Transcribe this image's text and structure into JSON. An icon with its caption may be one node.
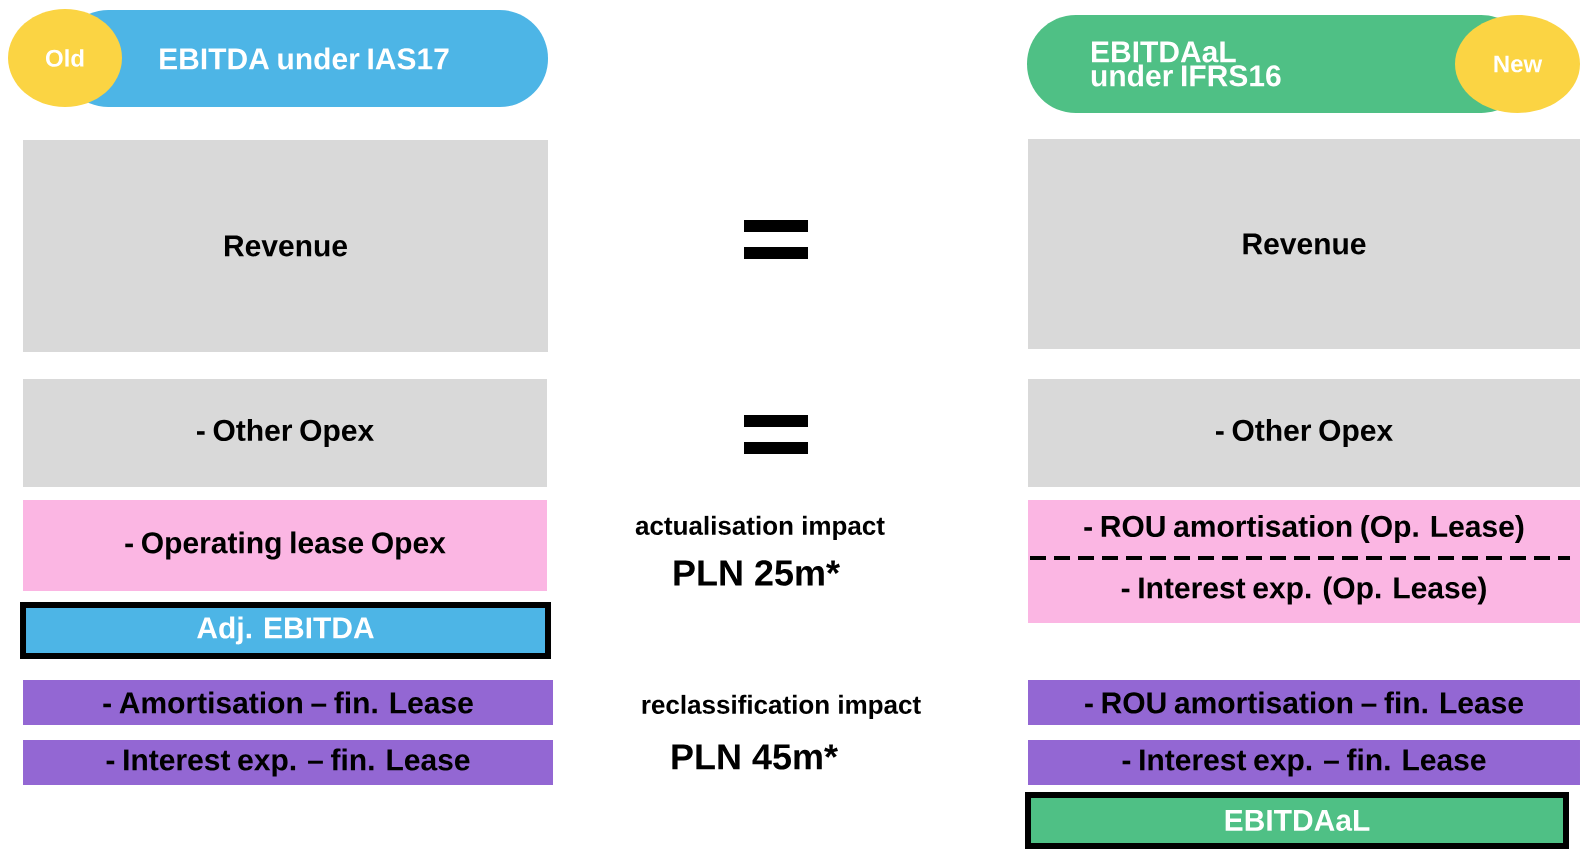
{
  "diagram": {
    "nodes": [
      {
        "text": [
          "EBITDA under IAS17"
        ]
      },
      {
        "text": [
          "Old"
        ]
      },
      {
        "text": [
          "EBITDAaL under IFRS16"
        ]
      },
      {
        "text": [
          "New"
        ]
      },
      {
        "text": [
          "Revenue"
        ]
      },
      {
        "text": [
          "- Other Opex"
        ]
      },
      {
        "text": [
          "- Operating lease Opex"
        ]
      },
      {
        "text": [
          "Adj. EBITDA"
        ]
      },
      {
        "text": [
          "- Amortisation – fin. Lease"
        ]
      },
      {
        "text": [
          "- Interest exp. – fin. Lease"
        ]
      },
      {
        "text": [
          "Revenue"
        ]
      },
      {
        "text": [
          "- Other Opex"
        ]
      },
      {
        "text": [
          "- ROU amortisation  (Op. Lease)"
        ]
      },
      {
        "text": [
          "- Interest exp. (Op. Lease)"
        ]
      },
      {
        "text": [
          "- ROU amortisation – fin. Lease"
        ]
      },
      {
        "text": [
          "- Interest exp. – fin. Lease"
        ]
      },
      {
        "text": [
          "EBITDAaL"
        ]
      }
    ],
    "labels": [
      "actualisation impact",
      "PLN 25m*",
      "reclassification impact",
      "PLN 45m*"
    ]
  }
}
